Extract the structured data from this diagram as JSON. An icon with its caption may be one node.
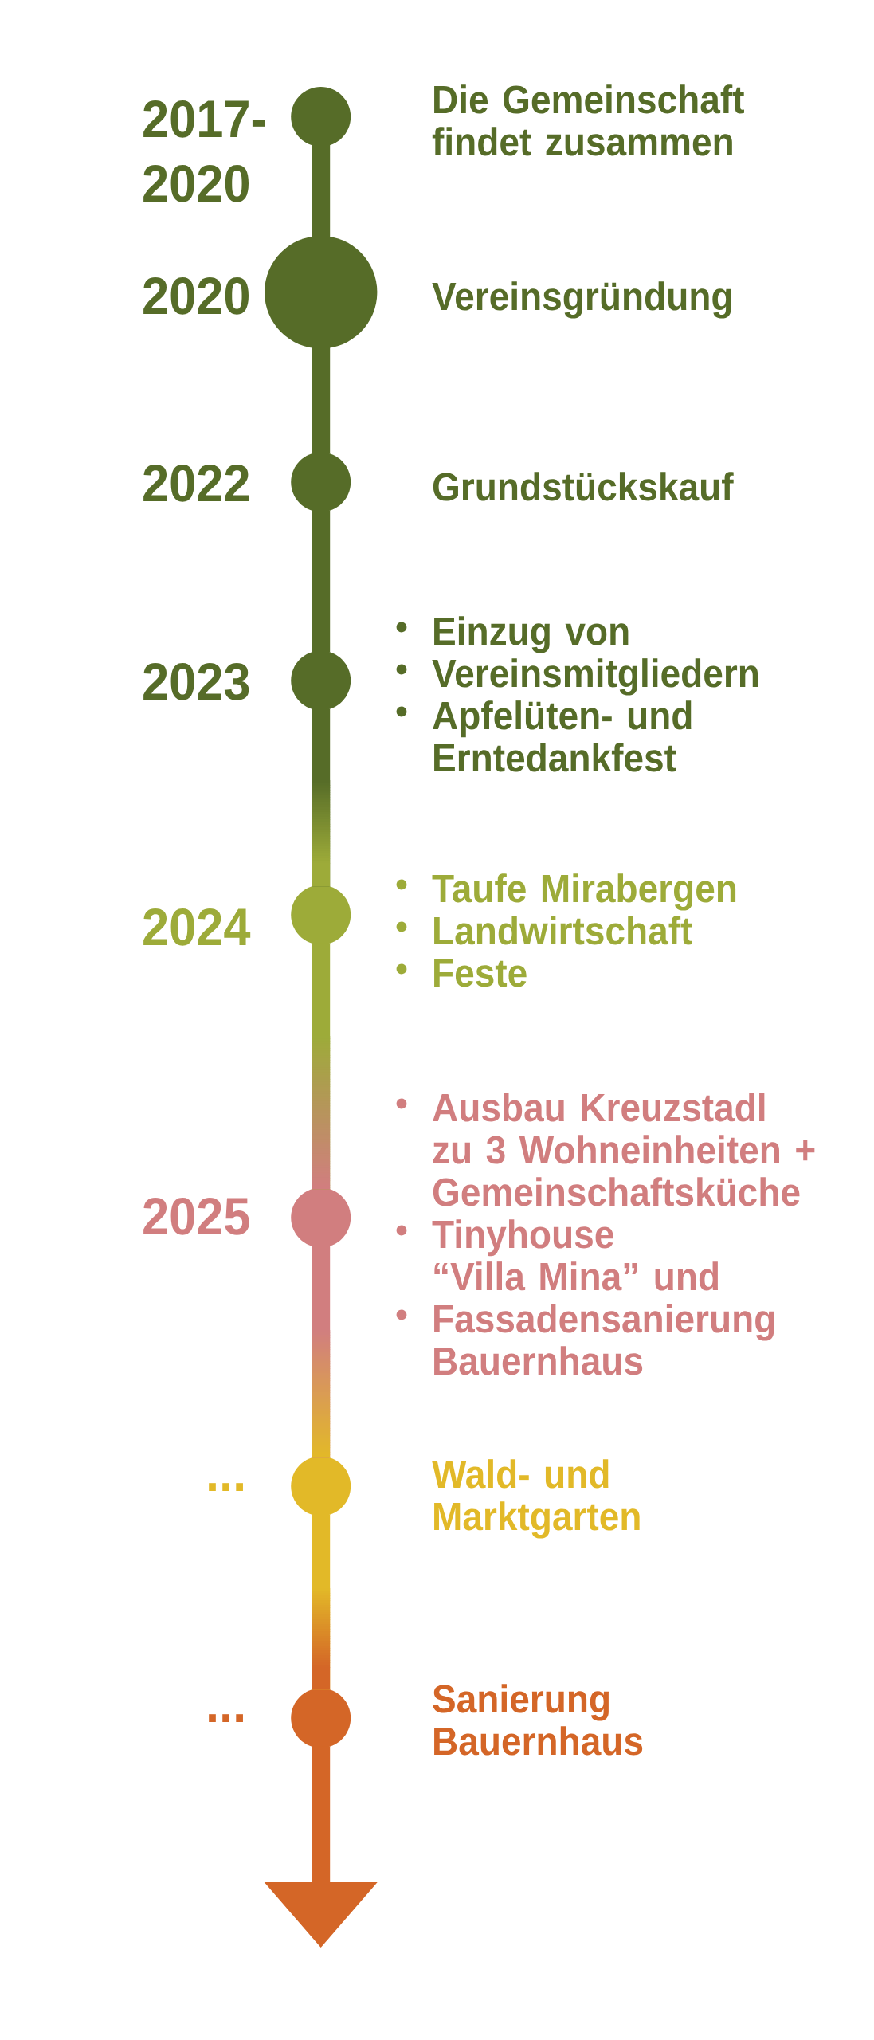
{
  "diagram": {
    "nodes": [
      {
        "text": [],
        "shape": "circle",
        "beside": [
          "2017-2020",
          "Die Gemeinschaft findet zusammen"
        ]
      },
      {
        "text": [],
        "shape": "circle",
        "beside": [
          "2020",
          "Vereinsgründung"
        ]
      },
      {
        "text": [],
        "shape": "circle",
        "beside": [
          "2022",
          "Grundstückskauf"
        ]
      },
      {
        "text": [],
        "shape": "circle",
        "beside": [
          "2023",
          "Einzug von",
          "Vereinsmitgliedern",
          "Apfelüten- und Erntedankfest"
        ]
      },
      {
        "text": [],
        "shape": "circle",
        "beside": [
          "2024",
          "Taufe Mirabergen",
          "Landwirtschaft",
          "Feste"
        ]
      },
      {
        "text": [],
        "shape": "circle",
        "beside": [
          "2025",
          "Ausbau Kreuzstadl zu 3 Wohneinheiten + Gemeinschaftsküche",
          "Tinyhouse “Villa Mina” und",
          "Fassadensanierung Bauernhaus"
        ]
      },
      {
        "text": [],
        "shape": "circle",
        "beside": [
          "...",
          "Wald- und Marktgarten"
        ]
      },
      {
        "text": [],
        "shape": "circle",
        "beside": [
          "...",
          "Sanierung Bauernhaus"
        ]
      }
    ],
    "edges": [
      {
        "from": 0,
        "to": 1,
        "arrow": "none"
      },
      {
        "from": 1,
        "to": 2,
        "arrow": "none"
      },
      {
        "from": 2,
        "to": 3,
        "arrow": "none"
      },
      {
        "from": 3,
        "to": 4,
        "arrow": "none"
      },
      {
        "from": 4,
        "to": 5,
        "arrow": "none",
        "color": "#9dab39"
      },
      {
        "from": 5,
        "to": 6,
        "arrow": "none",
        "color": "#d17e7f"
      },
      {
        "from": 6,
        "to": 7,
        "arrow": "none",
        "color": "#e2b928"
      },
      {
        "from": 7,
        "to": null,
        "arrow": "to",
        "color": "#d46627"
      }
    ]
  }
}
